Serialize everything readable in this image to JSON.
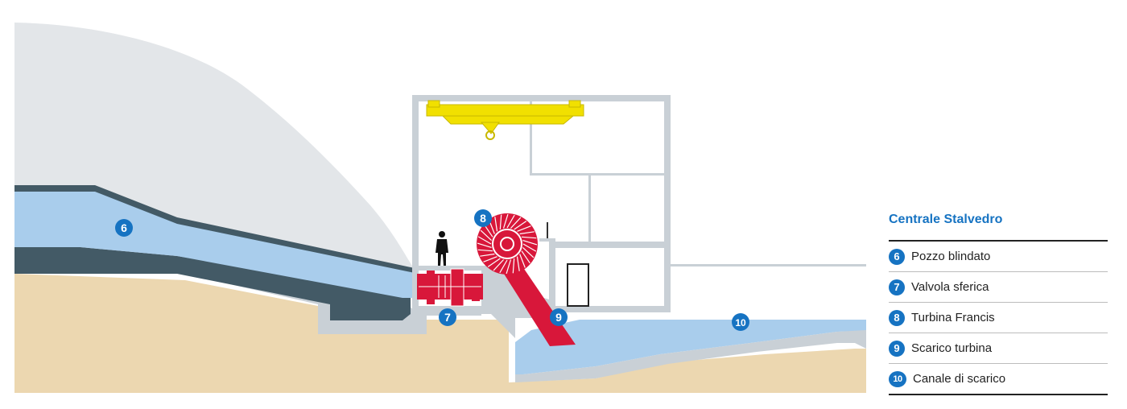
{
  "legend": {
    "title": "Centrale Stalvedro",
    "items": [
      {
        "num": "6",
        "label": "Pozzo blindato"
      },
      {
        "num": "7",
        "label": "Valvola sferica"
      },
      {
        "num": "8",
        "label": "Turbina Francis"
      },
      {
        "num": "9",
        "label": "Scarico turbina"
      },
      {
        "num": "10",
        "label": "Canale di scarico"
      }
    ]
  },
  "markers": {
    "penstock": "6",
    "valve": "7",
    "turbine": "8",
    "outlet": "9",
    "channel": "10"
  },
  "colors": {
    "accent": "#1673c2",
    "mountain": "#e3e6e9",
    "ground": "#ecd7b0",
    "water": "#a9cdec",
    "wall": "#c9d0d6",
    "dark_lining": "#435a66",
    "machine": "#d8173a",
    "crane": "#f1e000"
  }
}
